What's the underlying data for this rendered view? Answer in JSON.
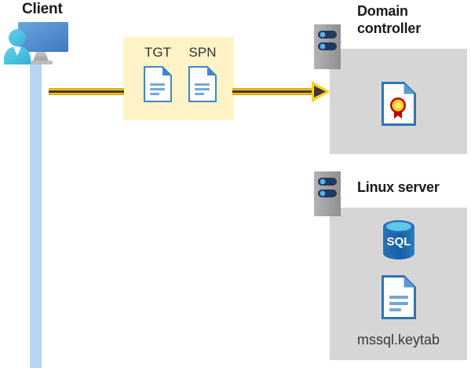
{
  "diagram": {
    "title": "Kerberos authentication flow diagram",
    "background_color": "#ffffff"
  },
  "client": {
    "title": "Client",
    "icon_name": "client-user-monitor-icon",
    "lifeline_color": "#b7d4f3"
  },
  "payload": {
    "box_color": "#fdf3c6",
    "items": [
      {
        "label": "TGT",
        "icon_name": "document-icon"
      },
      {
        "label": "SPN",
        "icon_name": "document-icon"
      }
    ]
  },
  "flow": {
    "arrow_name": "request-arrow",
    "line_color": "#ffd21f",
    "line_border_color": "#e8a800",
    "arrow_head_fill": "#3a3a3a",
    "direction": "client-to-domain-controller"
  },
  "domain_controller": {
    "title": "Domain controller",
    "title_line_1": "Domain",
    "title_line_2": "controller",
    "tower_icon_name": "server-tower-icon",
    "panel_color": "#d6d6d6",
    "contents": [
      {
        "icon_name": "certificate-document-icon",
        "label": ""
      }
    ]
  },
  "linux_server": {
    "title": "Linux server",
    "tower_icon_name": "server-tower-icon",
    "panel_color": "#d6d6d6",
    "contents": [
      {
        "icon_name": "sql-database-icon",
        "label": "SQL"
      },
      {
        "icon_name": "keytab-document-icon",
        "label": "mssql.keytab"
      }
    ],
    "sql_label": "SQL",
    "keytab_label": "mssql.keytab"
  },
  "colors": {
    "accent_yellow": "#ffd21f",
    "accent_yellow_dark": "#e8a800",
    "panel_gray": "#d6d6d6",
    "tower_gray": "#a6a6a6",
    "doc_blue": "#3f87cd",
    "sql_blue": "#1f6fb5",
    "client_blue": "#4e8ed0",
    "person_cyan": "#4ec3e0",
    "lifeline_blue": "#b7d4f3",
    "text_dark": "#1a1a1a"
  }
}
